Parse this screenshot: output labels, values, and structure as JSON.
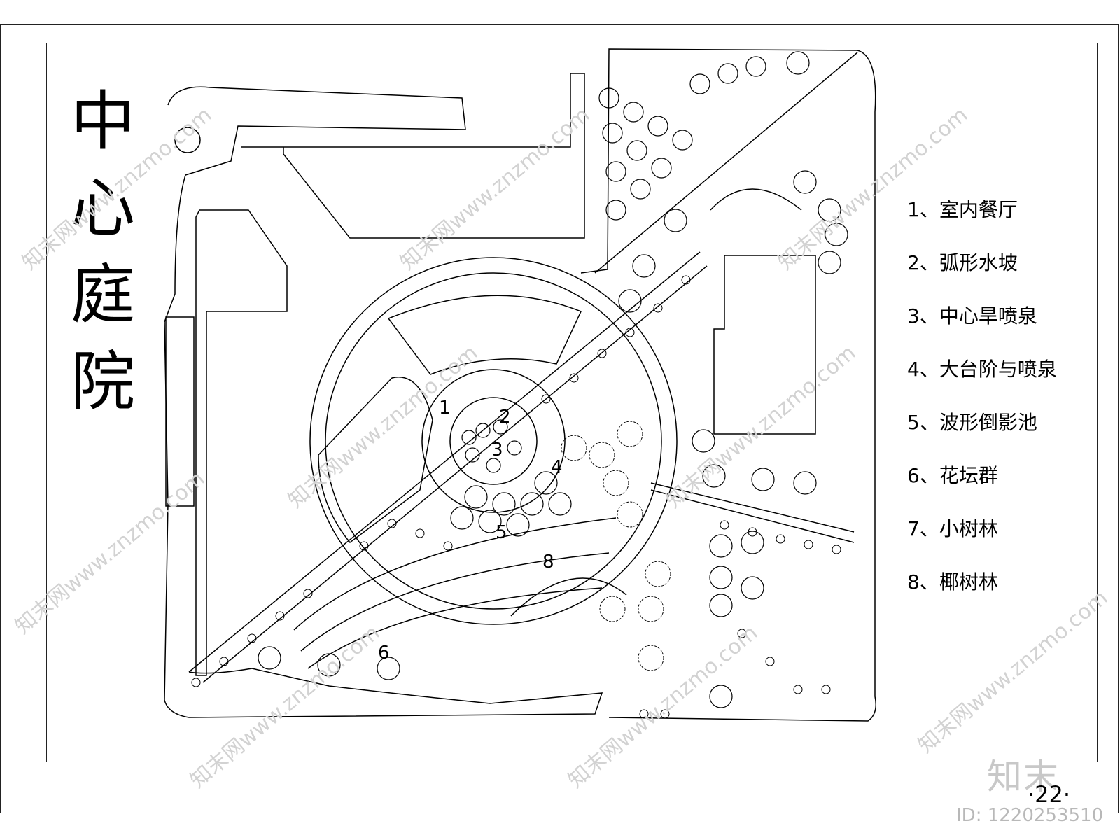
{
  "title_chars": [
    "中",
    "心",
    "庭",
    "院"
  ],
  "legend": [
    "1、室内餐厅",
    "2、弧形水坡",
    "3、中心旱喷泉",
    "4、大台阶与喷泉",
    "5、波形倒影池",
    "6、花坛群",
    "7、小树林",
    "8、椰树林"
  ],
  "plan_numbers": [
    "1",
    "2",
    "3",
    "4",
    "5",
    "6",
    "8"
  ],
  "page_number": "·22·",
  "watermark": {
    "url": "知末网www.znzmo.com",
    "logo": "知末",
    "id": "ID: 1220253510"
  },
  "colors": {
    "line": "#000000",
    "background": "#ffffff",
    "watermark": "#cccccc"
  }
}
